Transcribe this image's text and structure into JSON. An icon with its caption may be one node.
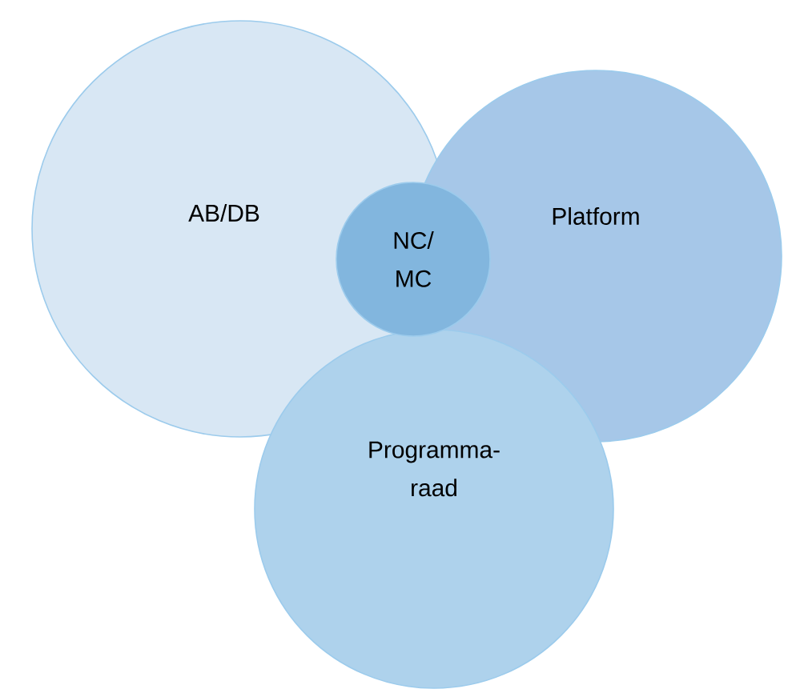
{
  "diagram": {
    "nodes": [
      {
        "text": [
          "AB/DB"
        ]
      },
      {
        "text": [
          "Platform"
        ]
      },
      {
        "text": [
          "NC/ MC"
        ]
      },
      {
        "text": [
          "Programma- raad"
        ]
      }
    ]
  }
}
